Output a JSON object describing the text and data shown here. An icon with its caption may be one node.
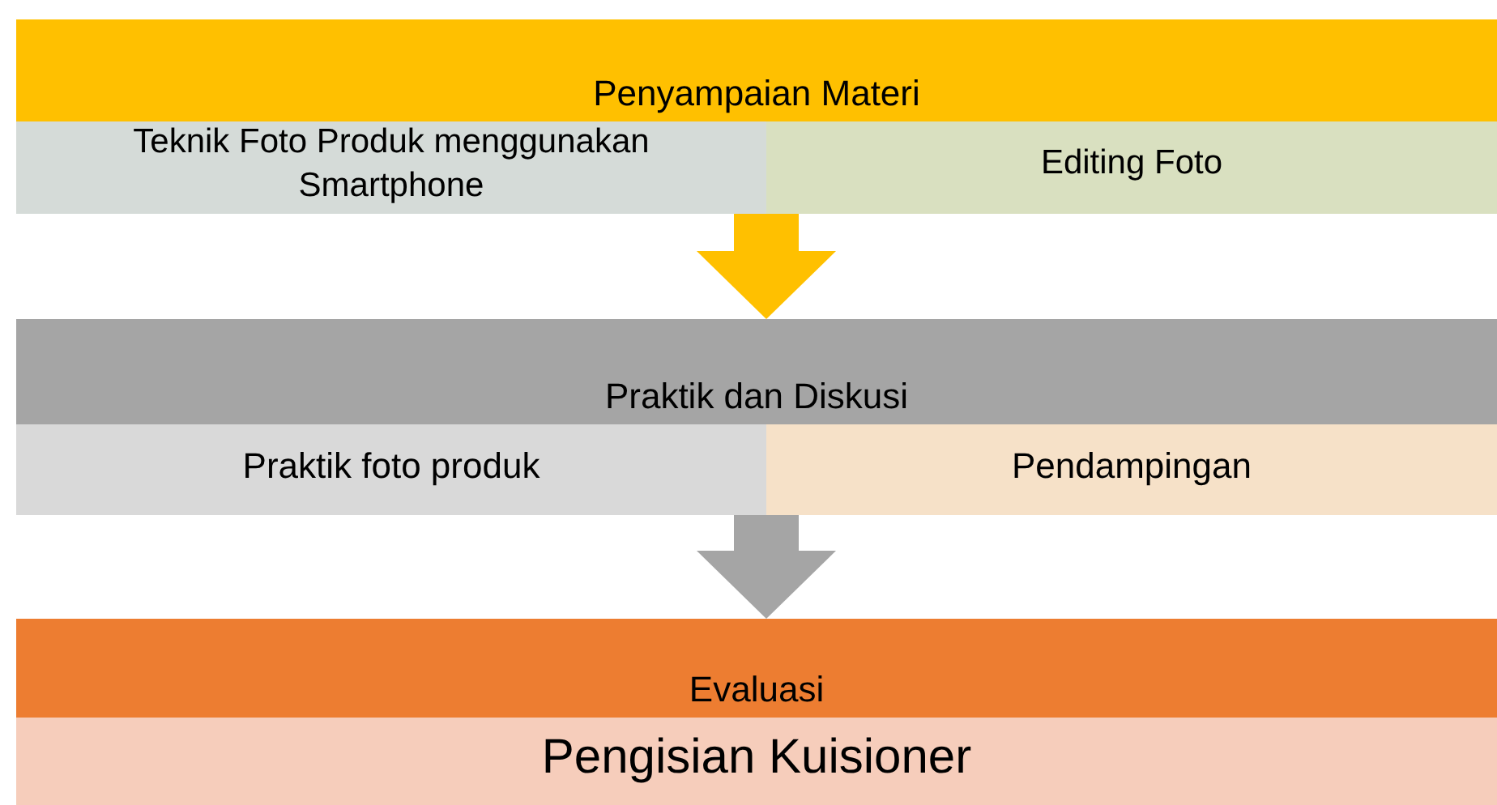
{
  "diagram": {
    "nodes": [
      {
        "text": [
          "Penyampaian Materi"
        ]
      },
      {
        "text": [
          "Teknik Foto Produk menggunakan Smartphone"
        ],
        "in": 0
      },
      {
        "text": [
          "Editing Foto"
        ],
        "in": 0
      },
      {
        "text": [
          "Praktik dan Diskusi"
        ]
      },
      {
        "text": [
          "Praktik foto produk"
        ],
        "in": 3
      },
      {
        "text": [
          "Pendampingan"
        ],
        "in": 3
      },
      {
        "text": [
          "Evaluasi"
        ]
      },
      {
        "text": [
          "Pengisian Kuisioner"
        ],
        "in": 6
      }
    ],
    "edges": [
      {
        "from": 0,
        "to": 3,
        "arrow": "to",
        "color": "#ffc000"
      },
      {
        "from": 3,
        "to": 6,
        "arrow": "to",
        "color": "#a5a5a5"
      }
    ]
  }
}
